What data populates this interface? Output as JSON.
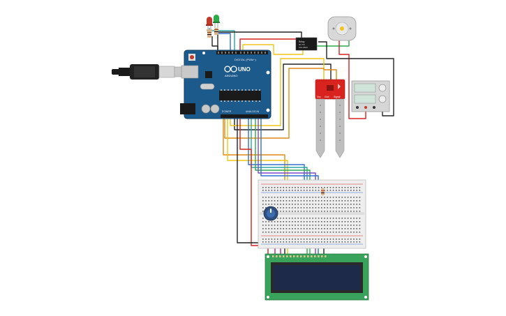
{
  "arduino": {
    "logo": "UNO",
    "brand": "ARDUINO",
    "digital_label": "DIGITAL (PWM~)",
    "power_label": "POWER",
    "analog_label": "ANALOG IN",
    "board_color": "#1c5a8c"
  },
  "relay": {
    "line1": "Relay",
    "line2": "DC 5V",
    "line3": "10A 250V"
  },
  "soil_sensor": {
    "pin_vcc": "Vcc",
    "pin_gnd": "Gnd",
    "pin_sig": "Signal",
    "pcb_color": "#d8231f"
  },
  "lcd": {
    "board_color": "#3aa35b",
    "screen_color": "#1e2a4a"
  },
  "wire_colors": {
    "red": "#d9201e",
    "black": "#222222",
    "yellow": "#f0c419",
    "orange": "#e08a12",
    "blue": "#2f6fd0",
    "green": "#2fa84a",
    "teal": "#2aa5a5",
    "purple": "#7a48c9",
    "magenta": "#d0197a"
  },
  "icons": {
    "led_red": "led-red-icon",
    "led_green": "led-green-icon",
    "motor": "dc-motor-icon",
    "potentiometer": "potentiometer-icon",
    "usb_cable": "usb-cable-icon"
  }
}
